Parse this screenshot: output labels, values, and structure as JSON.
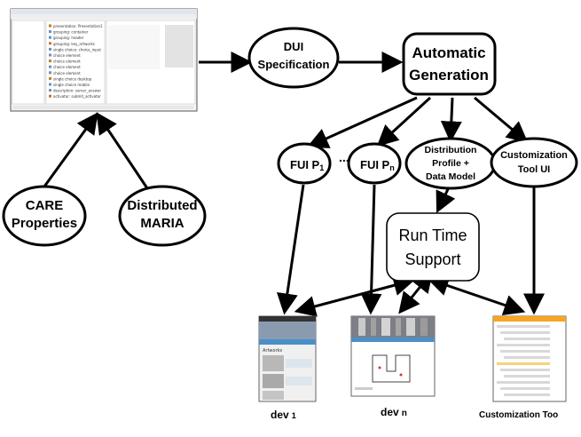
{
  "nodes": {
    "dui_spec": {
      "line1": "DUI",
      "line2": "Specification"
    },
    "auto_gen": {
      "line1": "Automatic",
      "line2": "Generation"
    },
    "fui_p1": {
      "label": "FUI P",
      "sub": "1"
    },
    "ellipsis": "...",
    "fui_pn": {
      "label": "FUI P",
      "sub": "n"
    },
    "dist_profile": {
      "line1": "Distribution",
      "line2": "Profile +",
      "line3": "Data Model"
    },
    "custom_ui": {
      "line1": "Customization",
      "line2": "Tool UI"
    },
    "runtime": {
      "line1": "Run Time",
      "line2": "Support"
    },
    "care": {
      "line1": "CARE",
      "line2": "Properties"
    },
    "maria": {
      "line1": "Distributed",
      "line2": "MARIA"
    }
  },
  "captions": {
    "dev1": {
      "label": "dev",
      "sub": "1"
    },
    "devn": {
      "label": "dev",
      "sub": "n"
    },
    "custom_tool": "Customization  Too"
  },
  "editor_tree": [
    "presentation: Presentation1",
    "grouping: container",
    "grouping: header",
    "grouping: key_artworks",
    "single choice: choice_input",
    "choice element",
    "choice element",
    "choice element",
    "choice element",
    "single choice desktop",
    "single choice mobile",
    "description: server_answer",
    "activator: submit_activator"
  ],
  "mobile_section": "Artworks",
  "colors": {
    "line": "#000000",
    "node_fill": "#ffffff",
    "tool_header": "#f5a623",
    "mobile_header": "#4a90c8"
  }
}
